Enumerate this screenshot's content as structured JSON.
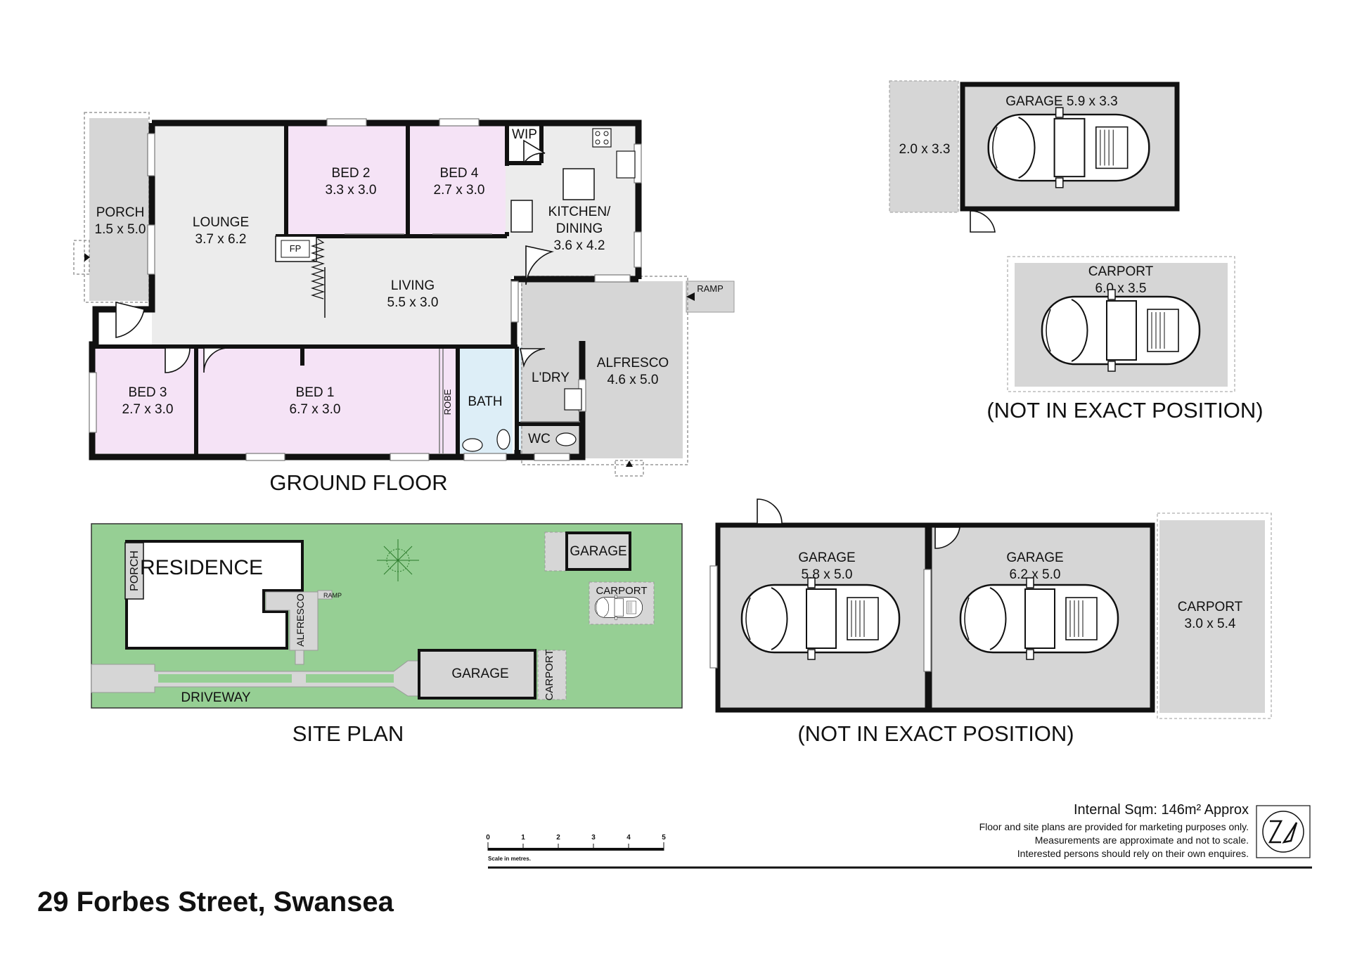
{
  "ground_floor": {
    "title": "GROUND FLOOR",
    "rooms": {
      "porch": {
        "name": "PORCH",
        "size": "1.5 x 5.0"
      },
      "lounge": {
        "name": "LOUNGE",
        "size": "3.7 x 6.2"
      },
      "bed2": {
        "name": "BED 2",
        "size": "3.3 x 3.0"
      },
      "bed4": {
        "name": "BED 4",
        "size": "2.7 x 3.0"
      },
      "wip": {
        "name": "WIP"
      },
      "kitchen": {
        "name1": "KITCHEN/",
        "name2": "DINING",
        "size": "3.6 x 4.2"
      },
      "fp": {
        "name": "FP"
      },
      "living": {
        "name": "LIVING",
        "size": "5.5 x 3.0"
      },
      "ramp": {
        "name": "RAMP"
      },
      "bed3": {
        "name": "BED 3",
        "size": "2.7 x 3.0"
      },
      "bed1": {
        "name": "BED 1",
        "size": "6.7 x 3.0"
      },
      "robe": {
        "name": "ROBE"
      },
      "bath": {
        "name": "BATH"
      },
      "ldry": {
        "name": "L'DRY"
      },
      "wc": {
        "name": "WC"
      },
      "alfresco": {
        "name": "ALFRESCO",
        "size": "4.6 x 5.0"
      }
    }
  },
  "site_plan": {
    "title": "SITE PLAN",
    "residence": "RESIDENCE",
    "porch": "PORCH",
    "alfresco": "ALFRESCO",
    "ramp": "RAMP",
    "garage_top": "GARAGE",
    "carport_top": "CARPORT",
    "garage_bottom": "GARAGE",
    "carport_side": "CARPORT",
    "driveway": "DRIVEWAY"
  },
  "outbuildings": {
    "garage_a": {
      "name": "GARAGE 5.9 x 3.3",
      "side": "2.0 x 3.3"
    },
    "carport_a": {
      "name": "CARPORT",
      "size": "6.0 x 3.5"
    },
    "note_top": "(NOT IN EXACT POSITION)",
    "garage_b": {
      "name": "GARAGE",
      "size": "5.8 x 5.0"
    },
    "garage_c": {
      "name": "GARAGE",
      "size": "6.2 x 5.0"
    },
    "carport_b": {
      "name": "CARPORT",
      "size": "3.0 x 5.4"
    },
    "note_bottom": "(NOT IN EXACT POSITION)"
  },
  "footer": {
    "sqm": "Internal Sqm: 146m² Approx",
    "disclaimer1": "Floor and site plans are provided for marketing purposes only.",
    "disclaimer2": "Measurements are approximate and not to scale.",
    "disclaimer3": "Interested persons should rely on their own enquires.",
    "scale_ticks": [
      "0",
      "1",
      "2",
      "3",
      "4",
      "5"
    ],
    "scale_label": "Scale in metres.",
    "address": "29 Forbes Street, Swansea"
  },
  "colors": {
    "bedroom": "#f5e3f6",
    "floor": "#ececec",
    "wet_area": "#ddeef7",
    "outdoor": "#d6d6d6",
    "site_grass": "#96cf94",
    "site_building": "#ffffff"
  },
  "icons": [
    "car-icon",
    "north-arrow-icon",
    "compass-rose-icon",
    "door-swing-icon",
    "stove-icon",
    "sink-icon",
    "toilet-icon"
  ]
}
